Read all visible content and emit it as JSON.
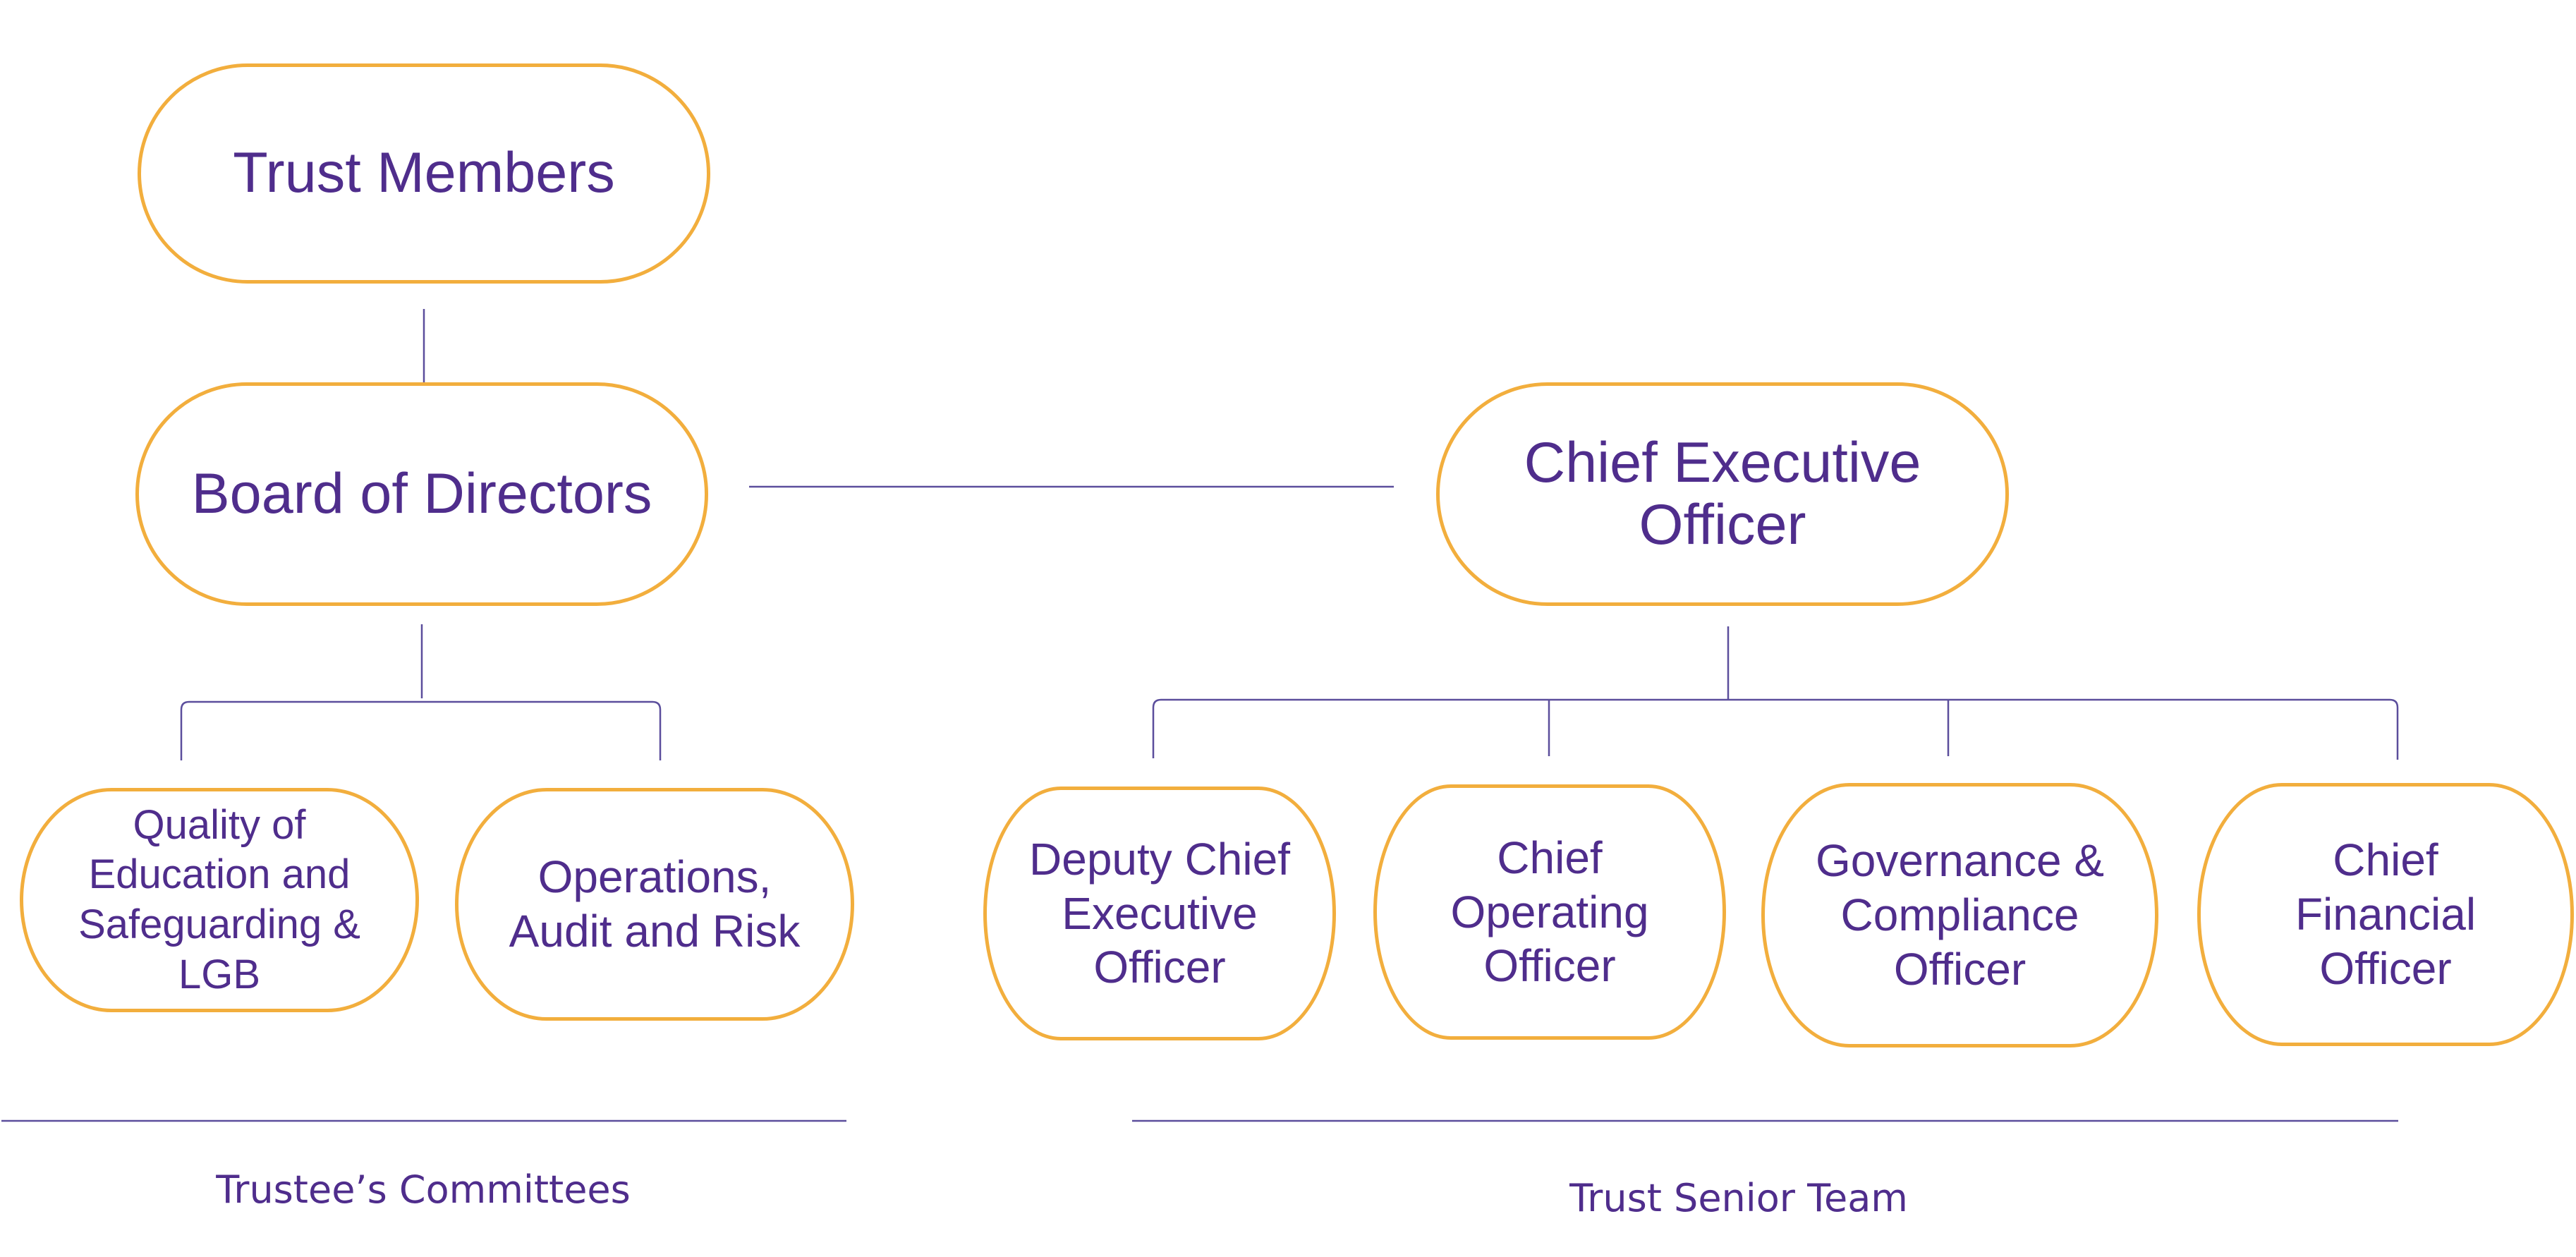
{
  "colors": {
    "border": "#F2AE3D",
    "text": "#4F2D8C",
    "line": "#5B4E9C"
  },
  "nodes": {
    "trust_members": "Trust Members",
    "board_of_directors": "Board of Directors",
    "chief_executive_officer": "Chief Executive\nOfficer",
    "quality_committee": "Quality of\nEducation and\nSafeguarding &\nLGB",
    "operations_committee": "Operations,\nAudit and Risk",
    "deputy_ceo": "Deputy Chief\nExecutive\nOfficer",
    "coo": "Chief\nOperating\nOfficer",
    "governance_officer": "Governance &\nCompliance\nOfficer",
    "cfo": "Chief\nFinancial\nOfficer"
  },
  "captions": {
    "committees": "Trustee’s Committees",
    "senior_team": "Trust Senior Team"
  }
}
